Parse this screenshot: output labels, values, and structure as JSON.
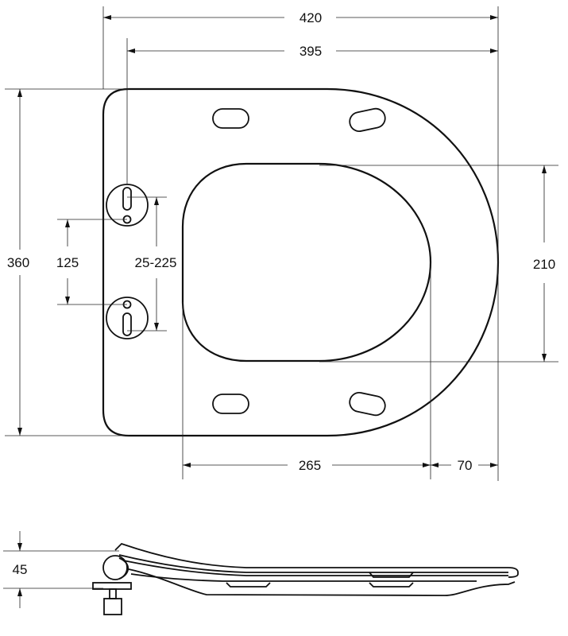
{
  "dimensions": {
    "overall_width": "420",
    "hinge_to_front": "395",
    "overall_length": "360",
    "hinge_spacing": "125",
    "hinge_adjust_range": "25-225",
    "opening_width": "210",
    "opening_length": "265",
    "front_rim": "70",
    "height": "45"
  }
}
